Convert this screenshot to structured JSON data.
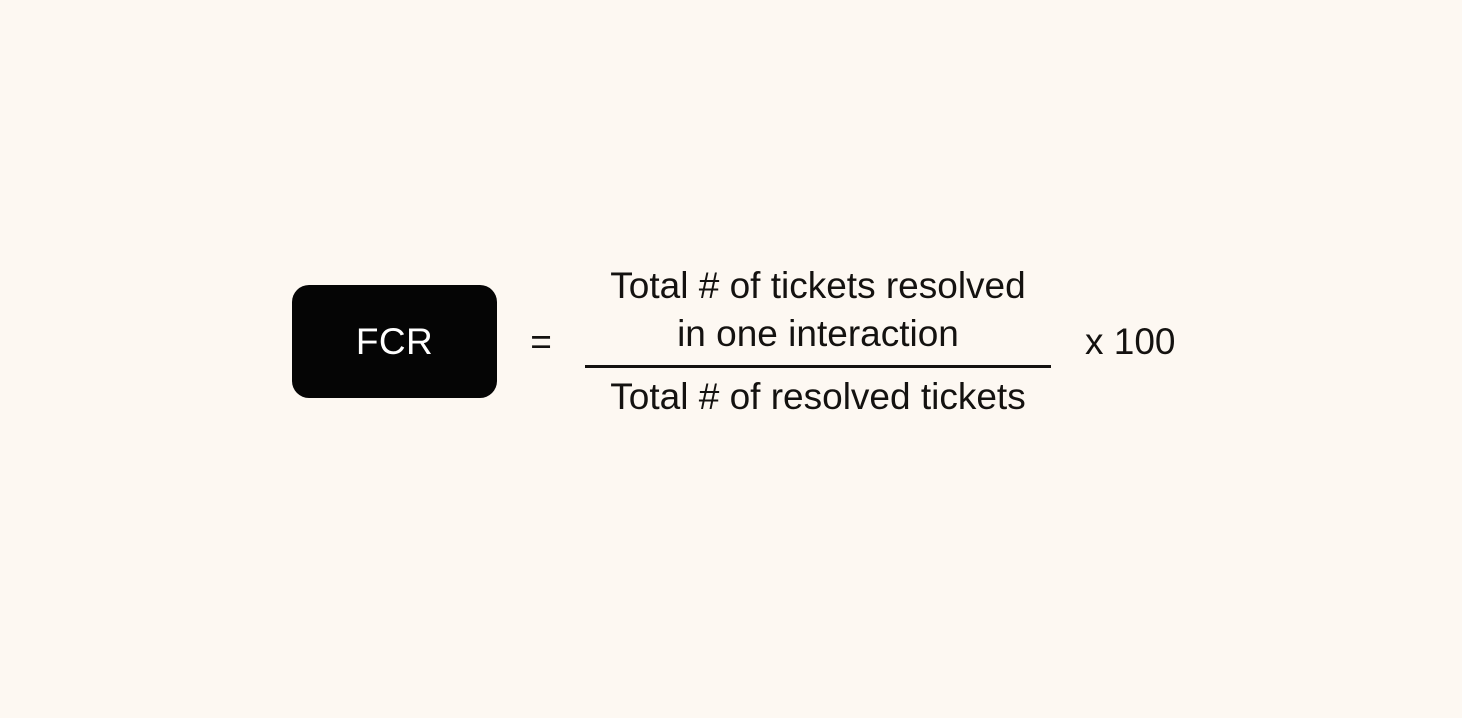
{
  "diagram": {
    "type": "formula",
    "background_color": "#fdf8f2",
    "text_color": "#141210",
    "badge": {
      "label": "FCR",
      "background_color": "#050505",
      "text_color": "#ffffff"
    },
    "operator": "=",
    "fraction": {
      "numerator_line_1": "Total # of tickets resolved",
      "numerator_line_2": "in one interaction",
      "denominator": "Total # of resolved tickets"
    },
    "multiplier": "x 100"
  }
}
